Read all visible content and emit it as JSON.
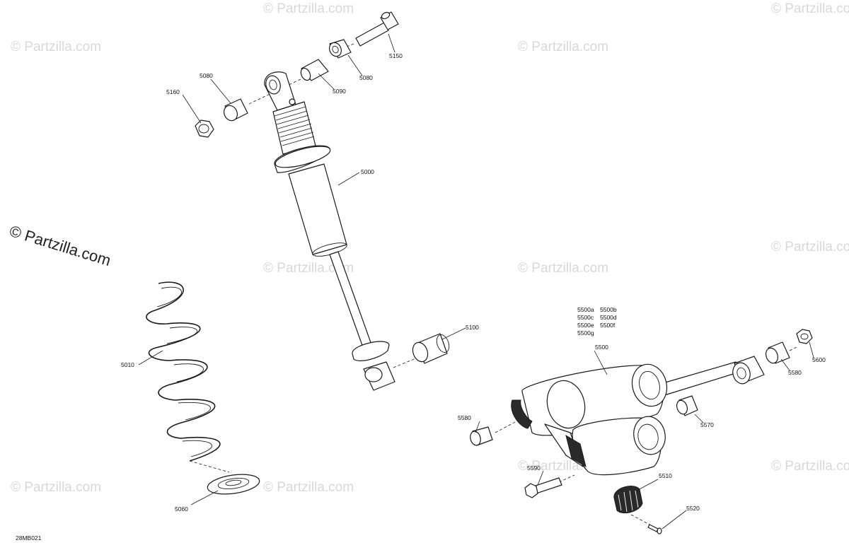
{
  "watermark": {
    "text": "© Partzilla.com",
    "main_text": "© Partzilla.com"
  },
  "diagram_code": "28MB021",
  "labels": {
    "p5150": "5150",
    "p5080a": "5080",
    "p5080b": "5080",
    "p5090": "5090",
    "p5160": "5160",
    "p5000": "5000",
    "p5100": "5100",
    "p5010": "5010",
    "p5060": "5060",
    "p5500_list": [
      "5500a",
      "5500b",
      "5500c",
      "5500d",
      "5500e",
      "5500f",
      "5500g"
    ],
    "p5500": "5500",
    "p5600": "5600",
    "p5580a": "5580",
    "p5580b": "5580",
    "p5570": "5570",
    "p5590": "5590",
    "p5510": "5510",
    "p5520": "5520"
  }
}
